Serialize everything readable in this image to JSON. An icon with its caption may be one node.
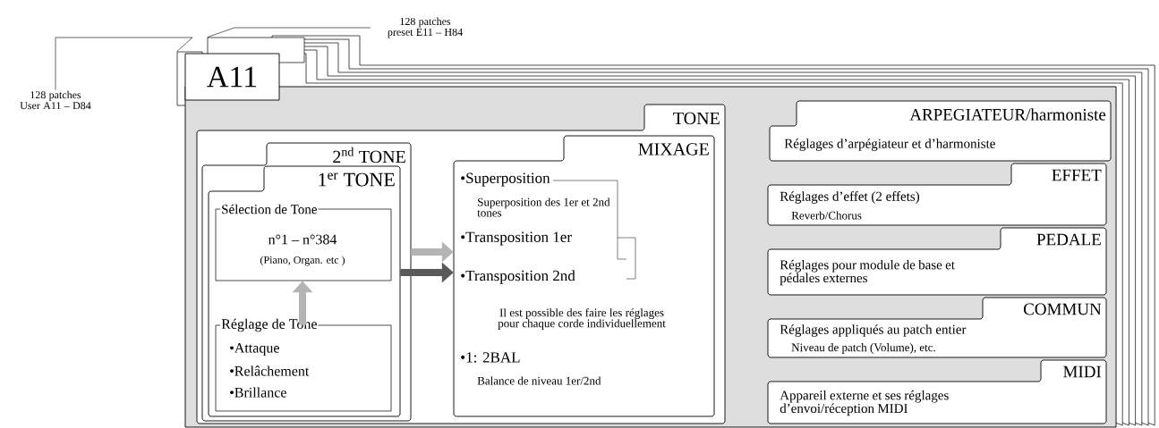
{
  "diagram": {
    "nodes": [
      {
        "text": [
          "A11"
        ]
      },
      {
        "text": [
          "TONE"
        ],
        "in": 0
      },
      {
        "text": [
          "2$^{nd}$ TONE"
        ],
        "in": 1
      },
      {
        "text": [
          "1$^{er}$ TONE"
        ],
        "in": 2
      },
      {
        "text": [
          "Sélection de Tone",
          "n°1 – n°384",
          "(Piano, Organ. etc )"
        ],
        "in": 3
      },
      {
        "text": [
          "Réglage de Tone",
          "•Attaque",
          "•Relâchement",
          "•Brillance"
        ],
        "in": 3
      },
      {
        "text": [
          "MIXAGE",
          "•Superposition",
          "Superposition des 1er et 2nd tones",
          "•Transposition 1er",
          "•Transposition 2nd",
          "Il est possible des faire les réglages pour chaque corde individuellement",
          "•1: 2BAL",
          "Balance de niveau 1er/2nd"
        ],
        "in": 1
      },
      {
        "text": [
          "ARPEGIATEUR/harmoniste",
          "Réglages d’arpégiateur et d’harmoniste"
        ],
        "in": 0
      },
      {
        "text": [
          "EFFET",
          "Réglages d’effet (2 effets)",
          "Reverb/Chorus"
        ],
        "in": 0
      },
      {
        "text": [
          "PEDALE",
          "Réglages pour module de base et pédales externes"
        ],
        "in": 0
      },
      {
        "text": [
          "COMMUN",
          "Réglages appliqués au patch entier",
          "Niveau de patch (Volume), etc."
        ],
        "in": 0
      },
      {
        "text": [
          "MIDI",
          "Appareil externe et ses réglages d’envoi/réception MIDI"
        ],
        "in": 0
      },
      {
        "text": [
          "128 patches User A11 – D84"
        ]
      },
      {
        "text": [],
        "shape": "box"
      },
      {
        "text": [
          "128 patches preset E11 – H84"
        ]
      },
      {
        "text": [],
        "shape": "box"
      }
    ],
    "edges": [
      {
        "from": 5,
        "to": 4,
        "arrow": "to",
        "color": "#b4b4b4"
      },
      {
        "from": 3,
        "to": 6,
        "arrow": "to",
        "color": "#5a5a5a"
      },
      {
        "from": 2,
        "to": 6,
        "arrow": "to",
        "color": "#b4b4b4"
      },
      {
        "from": 12,
        "to": 13,
        "arrow": "none",
        "color": "#000000"
      },
      {
        "from": 14,
        "to": 15,
        "arrow": "none",
        "color": "#000000"
      }
    ]
  }
}
